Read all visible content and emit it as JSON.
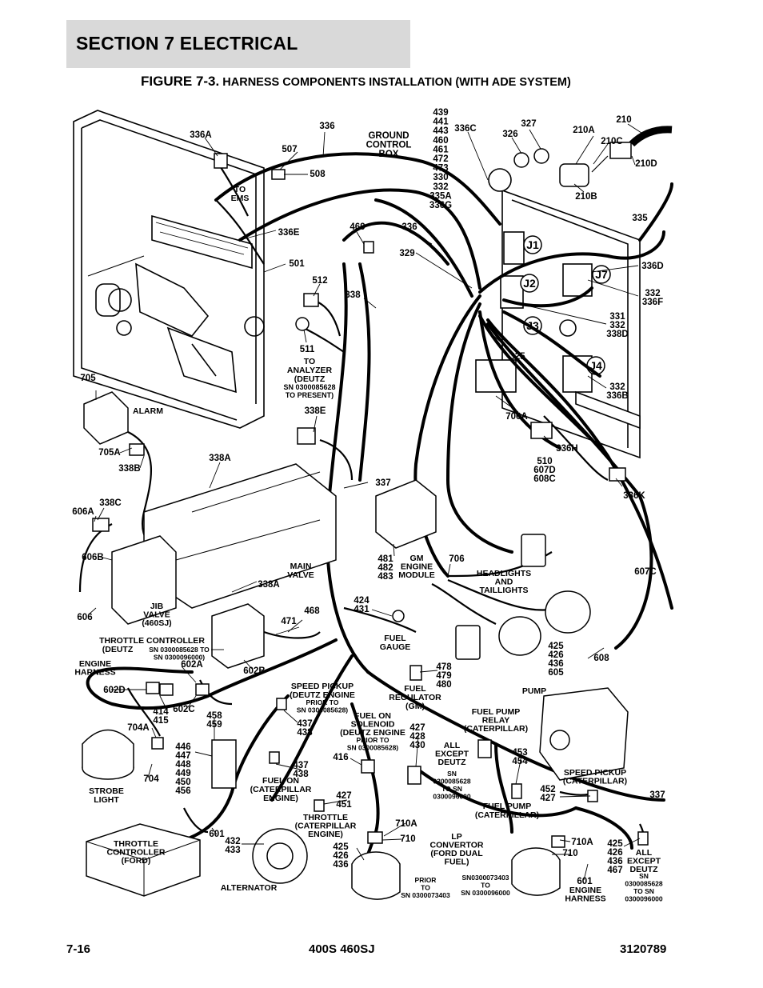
{
  "header": {
    "section_title": "SECTION 7   ELECTRICAL",
    "figure_prefix": "FIGURE 7-3.",
    "figure_title": "HARNESS COMPONENTS INSTALLATION (WITH ADE SYSTEM)"
  },
  "footer": {
    "page_number": "7-16",
    "model": "400S 460SJ",
    "doc_number": "3120789"
  },
  "callouts": [
    {
      "id": "c336A",
      "lines": [
        "336A"
      ]
    },
    {
      "id": "c336",
      "lines": [
        "336"
      ]
    },
    {
      "id": "c507",
      "lines": [
        "507"
      ]
    },
    {
      "id": "c508",
      "lines": [
        "508"
      ]
    },
    {
      "id": "ctoems",
      "lines": [
        "TO",
        "EMS"
      ]
    },
    {
      "id": "cgcb",
      "lines": [
        "GROUND",
        "CONTROL",
        "BOX"
      ]
    },
    {
      "id": "cstack",
      "lines": [
        "439",
        "441",
        "443",
        "460",
        "461",
        "472",
        "473",
        "330",
        "332",
        "335A",
        "336G"
      ]
    },
    {
      "id": "c336C",
      "lines": [
        "336C"
      ]
    },
    {
      "id": "c326",
      "lines": [
        "326"
      ]
    },
    {
      "id": "c327",
      "lines": [
        "327"
      ]
    },
    {
      "id": "c210",
      "lines": [
        "210"
      ]
    },
    {
      "id": "c210A",
      "lines": [
        "210A"
      ]
    },
    {
      "id": "c210C",
      "lines": [
        "210C"
      ]
    },
    {
      "id": "c210D",
      "lines": [
        "210D"
      ]
    },
    {
      "id": "c210B",
      "lines": [
        "210B"
      ]
    },
    {
      "id": "c335",
      "lines": [
        "335"
      ]
    },
    {
      "id": "c336E",
      "lines": [
        "336E"
      ]
    },
    {
      "id": "c469",
      "lines": [
        "469"
      ]
    },
    {
      "id": "c336b",
      "lines": [
        "336"
      ]
    },
    {
      "id": "c501",
      "lines": [
        "501"
      ]
    },
    {
      "id": "c329",
      "lines": [
        "329"
      ]
    },
    {
      "id": "c336D",
      "lines": [
        "336D"
      ]
    },
    {
      "id": "c512",
      "lines": [
        "512"
      ]
    },
    {
      "id": "c338",
      "lines": [
        "338"
      ]
    },
    {
      "id": "c336F",
      "lines": [
        "332",
        "336F"
      ]
    },
    {
      "id": "c338D",
      "lines": [
        "331",
        "332",
        "338D"
      ]
    },
    {
      "id": "c511",
      "lines": [
        "511"
      ]
    },
    {
      "id": "canalyzer",
      "lines": [
        "TO",
        "ANALYZER",
        "(DEUTZ"
      ]
    },
    {
      "id": "canalyzersn",
      "lines": [
        "SN 0300085628",
        "TO PRESENT)"
      ]
    },
    {
      "id": "c325",
      "lines": [
        "325"
      ]
    },
    {
      "id": "c705",
      "lines": [
        "705"
      ]
    },
    {
      "id": "c336B",
      "lines": [
        "332",
        "336B"
      ]
    },
    {
      "id": "calarm",
      "lines": [
        "ALARM"
      ]
    },
    {
      "id": "c338E",
      "lines": [
        "338E"
      ]
    },
    {
      "id": "c706A",
      "lines": [
        "706A"
      ]
    },
    {
      "id": "c705A",
      "lines": [
        "705A"
      ]
    },
    {
      "id": "c338B",
      "lines": [
        "338B"
      ]
    },
    {
      "id": "c336H",
      "lines": [
        "336H"
      ]
    },
    {
      "id": "c338A",
      "lines": [
        "338A"
      ]
    },
    {
      "id": "c510",
      "lines": [
        "510",
        "607D",
        "608C"
      ]
    },
    {
      "id": "c337",
      "lines": [
        "337"
      ]
    },
    {
      "id": "c336K",
      "lines": [
        "336K"
      ]
    },
    {
      "id": "c338C",
      "lines": [
        "338C"
      ]
    },
    {
      "id": "c606A",
      "lines": [
        "606A"
      ]
    },
    {
      "id": "c481",
      "lines": [
        "481",
        "482",
        "483"
      ]
    },
    {
      "id": "cgm",
      "lines": [
        "GM",
        "ENGINE",
        "MODULE"
      ]
    },
    {
      "id": "c706",
      "lines": [
        "706"
      ]
    },
    {
      "id": "c606B",
      "lines": [
        "606B"
      ]
    },
    {
      "id": "cmainvalve",
      "lines": [
        "MAIN",
        "VALVE"
      ]
    },
    {
      "id": "cheadlights",
      "lines": [
        "HEADLIGHTS",
        "AND",
        "TAILLIGHTS"
      ]
    },
    {
      "id": "c607C",
      "lines": [
        "607C"
      ]
    },
    {
      "id": "c338A2",
      "lines": [
        "338A"
      ]
    },
    {
      "id": "c424",
      "lines": [
        "424",
        "431"
      ]
    },
    {
      "id": "c606",
      "lines": [
        "606"
      ]
    },
    {
      "id": "cjib",
      "lines": [
        "JIB",
        "VALVE",
        "(460SJ)"
      ]
    },
    {
      "id": "c468",
      "lines": [
        "468"
      ]
    },
    {
      "id": "c471",
      "lines": [
        "471"
      ]
    },
    {
      "id": "cfuelgauge",
      "lines": [
        "FUEL",
        "GAUGE"
      ]
    },
    {
      "id": "cthrottle1",
      "lines": [
        "THROTTLE CONTROLLER"
      ]
    },
    {
      "id": "cthrottle2",
      "lines": [
        "(DEUTZ"
      ]
    },
    {
      "id": "cthrottle3",
      "lines": [
        "SN 0300085628  TO",
        "SN 0300096000)"
      ]
    },
    {
      "id": "c425a",
      "lines": [
        "425",
        "426",
        "436",
        "605"
      ]
    },
    {
      "id": "c608",
      "lines": [
        "608"
      ]
    },
    {
      "id": "cengineharness",
      "lines": [
        "ENGINE",
        "HARNESS"
      ]
    },
    {
      "id": "c602A",
      "lines": [
        "602A"
      ]
    },
    {
      "id": "c602B",
      "lines": [
        "602B"
      ]
    },
    {
      "id": "c478",
      "lines": [
        "478",
        "479",
        "480"
      ]
    },
    {
      "id": "cfuelreg",
      "lines": [
        "FUEL",
        "REGULATOR",
        "(GM)"
      ]
    },
    {
      "id": "cspeedpickup",
      "lines": [
        "SPEED PICKUP",
        "(DEUTZ ENGINE"
      ]
    },
    {
      "id": "cspeedpickupsn",
      "lines": [
        "PRIOR TO",
        "SN 0300085628)"
      ]
    },
    {
      "id": "cpump",
      "lines": [
        "PUMP"
      ]
    },
    {
      "id": "c602D",
      "lines": [
        "602D"
      ]
    },
    {
      "id": "c414",
      "lines": [
        "414",
        "415"
      ]
    },
    {
      "id": "c602C",
      "lines": [
        "602C"
      ]
    },
    {
      "id": "c458",
      "lines": [
        "458",
        "459"
      ]
    },
    {
      "id": "c437a",
      "lines": [
        "437",
        "438"
      ]
    },
    {
      "id": "cfuelsol",
      "lines": [
        "FUEL ON",
        "SOLENOID",
        "(DEUTZ ENGINE"
      ]
    },
    {
      "id": "cfuelsolsn",
      "lines": [
        "PRIOR TO",
        "SN 0300085628)"
      ]
    },
    {
      "id": "c427a",
      "lines": [
        "427",
        "428",
        "430"
      ]
    },
    {
      "id": "cfuelpumprelay",
      "lines": [
        "FUEL PUMP",
        "RELAY",
        "(CATERPILLAR)"
      ]
    },
    {
      "id": "c704A",
      "lines": [
        "704A"
      ]
    },
    {
      "id": "c446",
      "lines": [
        "446",
        "447",
        "448",
        "449",
        "450",
        "456"
      ]
    },
    {
      "id": "callexcept",
      "lines": [
        "ALL",
        "EXCEPT",
        "DEUTZ"
      ]
    },
    {
      "id": "callexceptsn",
      "lines": [
        "SN",
        "0300085628",
        "TO SN",
        "0300096000"
      ]
    },
    {
      "id": "c453",
      "lines": [
        "453",
        "454"
      ]
    },
    {
      "id": "c416",
      "lines": [
        "416"
      ]
    },
    {
      "id": "c437b",
      "lines": [
        "437",
        "438"
      ]
    },
    {
      "id": "c704",
      "lines": [
        "704"
      ]
    },
    {
      "id": "cspeedpickupcat",
      "lines": [
        "SPEED PICKUP",
        "(CATERPILLAR)"
      ]
    },
    {
      "id": "cstrobe",
      "lines": [
        "STROBE",
        "LIGHT"
      ]
    },
    {
      "id": "cfuelon",
      "lines": [
        "FUEL ON",
        "(CATERPILLAR",
        "ENGINE)"
      ]
    },
    {
      "id": "c427b",
      "lines": [
        "427",
        "451"
      ]
    },
    {
      "id": "c452",
      "lines": [
        "452",
        "427"
      ]
    },
    {
      "id": "c337b",
      "lines": [
        "337"
      ]
    },
    {
      "id": "cfuelpumpcat",
      "lines": [
        "FUEL PUMP",
        "(CATERPILLAR)"
      ]
    },
    {
      "id": "cthrottlecat",
      "lines": [
        "THROTTLE",
        "(CATERPILLAR",
        "ENGINE)"
      ]
    },
    {
      "id": "c710A",
      "lines": [
        "710A"
      ]
    },
    {
      "id": "c601",
      "lines": [
        "601"
      ]
    },
    {
      "id": "c432",
      "lines": [
        "432",
        "433"
      ]
    },
    {
      "id": "c710",
      "lines": [
        "710"
      ]
    },
    {
      "id": "clp",
      "lines": [
        "LP",
        "CONVERTOR",
        "(FORD DUAL",
        "FUEL)"
      ]
    },
    {
      "id": "c710A2",
      "lines": [
        "710A"
      ]
    },
    {
      "id": "c710b",
      "lines": [
        "710"
      ]
    },
    {
      "id": "c425b",
      "lines": [
        "425",
        "426",
        "436",
        "467"
      ]
    },
    {
      "id": "callexcept2",
      "lines": [
        "ALL",
        "EXCEPT",
        "DEUTZ"
      ]
    },
    {
      "id": "callexcept2sn",
      "lines": [
        "SN",
        "0300085628",
        "TO SN",
        "0300096000"
      ]
    },
    {
      "id": "cthrottleford",
      "lines": [
        "THROTTLE",
        "CONTROLLER",
        "(FORD)"
      ]
    },
    {
      "id": "c425c",
      "lines": [
        "425",
        "426",
        "436"
      ]
    },
    {
      "id": "cprior",
      "lines": [
        "PRIOR",
        "TO",
        "SN 0300073403"
      ]
    },
    {
      "id": "csn0300073403",
      "lines": [
        "SN0300073403",
        "TO",
        "SN 0300096000"
      ]
    },
    {
      "id": "c601b",
      "lines": [
        "601"
      ]
    },
    {
      "id": "cengineharness2",
      "lines": [
        "ENGINE",
        "HARNESS"
      ]
    },
    {
      "id": "calternator",
      "lines": [
        "ALTERNATOR"
      ]
    }
  ],
  "connector_tags": [
    "J1",
    "J2",
    "J3",
    "J4",
    "J7"
  ]
}
